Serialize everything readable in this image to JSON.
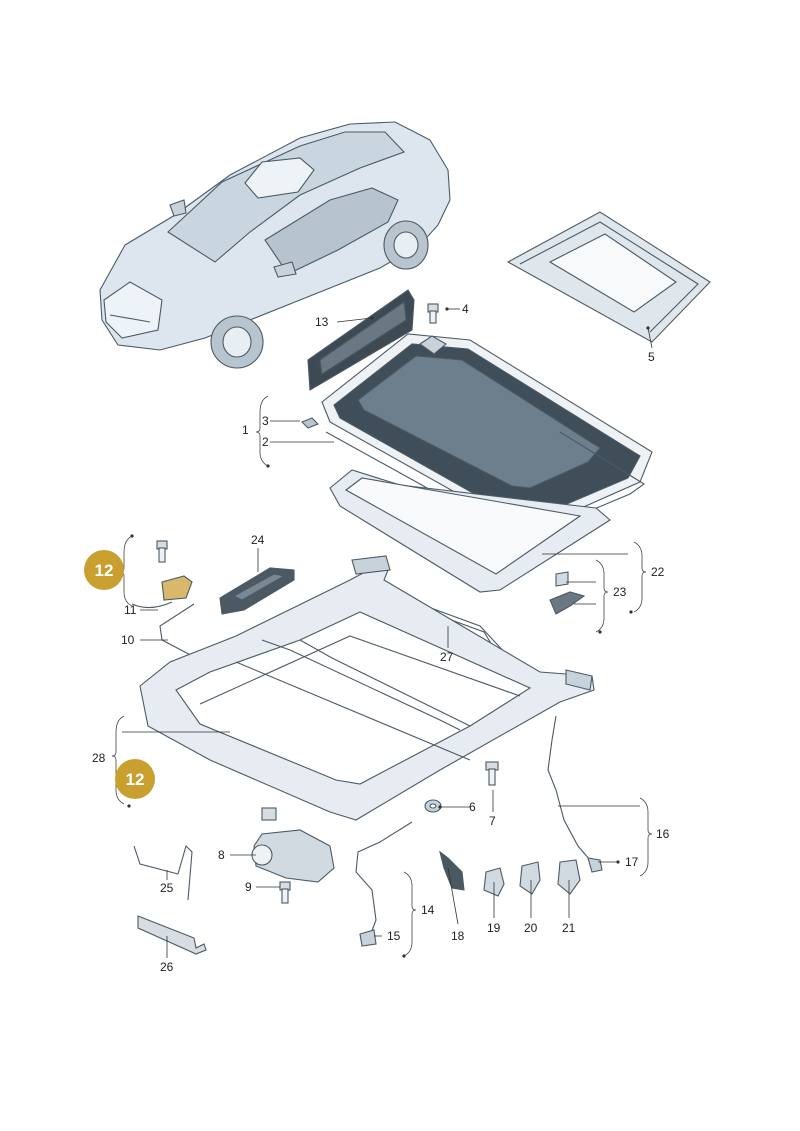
{
  "labels": {
    "l1": "1",
    "l2": "2",
    "l3": "3",
    "l4": "4",
    "l5": "5",
    "l6": "6",
    "l7": "7",
    "l8": "8",
    "l9": "9",
    "l10": "10",
    "l11": "11",
    "l13": "13",
    "l14": "14",
    "l15": "15",
    "l16": "16",
    "l17": "17",
    "l18": "18",
    "l19": "19",
    "l20": "20",
    "l21": "21",
    "l22": "22",
    "l23": "23",
    "l24": "24",
    "l25": "25",
    "l26": "26",
    "l27": "27",
    "l28": "28"
  },
  "badges": {
    "top": "12",
    "bottom": "12"
  },
  "colors": {
    "badge": "#c9a030",
    "glass": "#3f4e58",
    "part_fill": "#e6ecf1",
    "car": "#dde6ee",
    "outline": "#4b5a66"
  }
}
